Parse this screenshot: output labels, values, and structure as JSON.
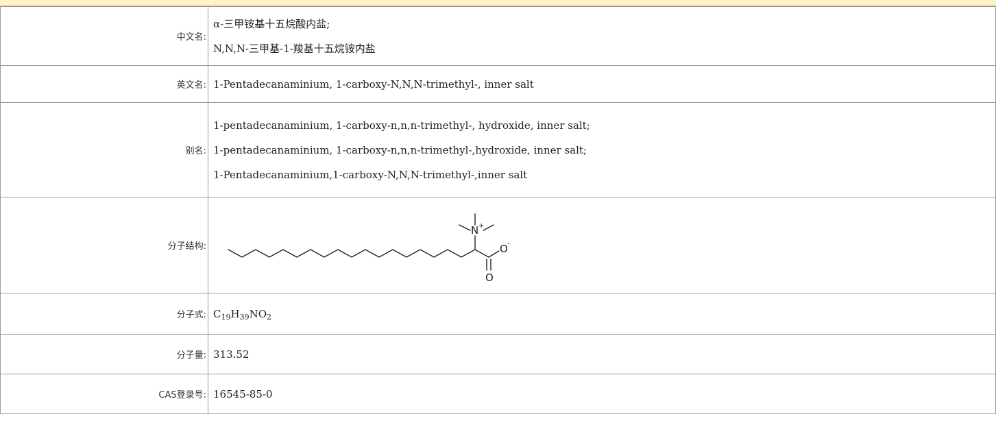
{
  "rows": {
    "chinese_name": {
      "label": "中文名:",
      "lines": [
        "α-三甲铵基十五烷酸内盐;",
        "N,N,N-三甲基-1-羧基十五烷铵内盐"
      ]
    },
    "english_name": {
      "label": "英文名:",
      "value": "1-Pentadecanaminium, 1-carboxy-N,N,N-trimethyl-, inner salt"
    },
    "aliases": {
      "label": "别名:",
      "lines": [
        "1-pentadecanaminium, 1-carboxy-n,n,n-trimethyl-, hydroxide, inner salt;",
        "1-pentadecanaminium, 1-carboxy-n,n,n-trimethyl-,hydroxide, inner salt;",
        "1-Pentadecanaminium,1-carboxy-N,N,N-trimethyl-,inner salt"
      ]
    },
    "structure": {
      "label": "分子结构:",
      "atom_n": "N",
      "charge_n": "+",
      "atom_o_minus": "O",
      "charge_o": "-",
      "atom_o": "O"
    },
    "formula": {
      "label": "分子式:",
      "parts": {
        "c": "C",
        "c_n": "19",
        "h": "H",
        "h_n": "39",
        "no": "NO",
        "o_n": "2"
      }
    },
    "mol_weight": {
      "label": "分子量:",
      "value": "313.52"
    },
    "cas": {
      "label": "CAS登录号:",
      "value": "16545-85-0"
    }
  },
  "colors": {
    "header_band": "#fff3cf",
    "border": "#9a9a9a"
  }
}
